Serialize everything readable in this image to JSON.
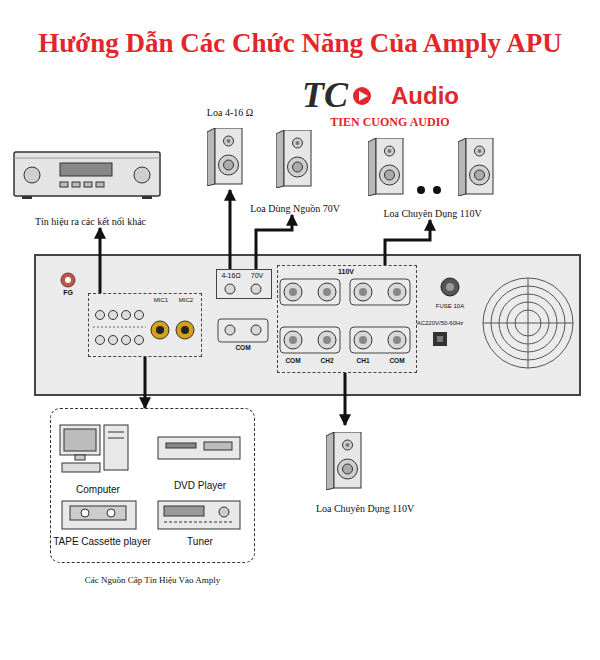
{
  "diagram": {
    "title": "Hướng Dẫn Các Chức Năng Của Amply APU",
    "nodes": [
      {
        "text": [
          "Tín hiệu ra các kết nối khác"
        ]
      },
      {
        "text": [
          "Loa 4-16 Ω"
        ]
      },
      {
        "text": [
          "Loa Dùng Nguồn 70V"
        ]
      },
      {
        "text": [
          "Loa Chuyên Dụng 110V"
        ]
      },
      {
        "text": [
          "FG"
        ]
      },
      {
        "text": [
          "MIC1",
          "MIC2"
        ],
        "in": 4
      },
      {
        "text": [
          "4-16Ω",
          "70V"
        ],
        "in": 4
      },
      {
        "text": [
          "110V"
        ],
        "in": 4
      },
      {
        "text": [
          "Các Nguồn Cấp Tín Hiệu Vào Amply"
        ]
      },
      {
        "text": [
          "Computer"
        ],
        "in": 8
      },
      {
        "text": [
          "DVD Player"
        ],
        "in": 8
      },
      {
        "text": [
          "TAPE Cassette player"
        ],
        "in": 8
      },
      {
        "text": [
          "Tuner"
        ],
        "in": 8
      },
      {
        "text": [
          "Loa Chuyên Dụng 110V"
        ]
      }
    ],
    "edges": [
      {
        "from": 5,
        "to": 0,
        "arrow": "to"
      },
      {
        "from": 6,
        "to": 1,
        "arrow": "to"
      },
      {
        "from": 6,
        "to": 2,
        "arrow": "to"
      },
      {
        "from": 7,
        "to": 3,
        "arrow": "to"
      },
      {
        "from": 5,
        "to": 8,
        "arrow": "to"
      },
      {
        "from": 7,
        "to": 13,
        "arrow": "to"
      }
    ],
    "labels": [
      "TC",
      "Audio",
      "TIEN CUONG AUDIO",
      "COM",
      "COM",
      "CH2",
      "CH1",
      "COM",
      "FUSE 10A",
      "AC220V/50-60Hz"
    ]
  }
}
